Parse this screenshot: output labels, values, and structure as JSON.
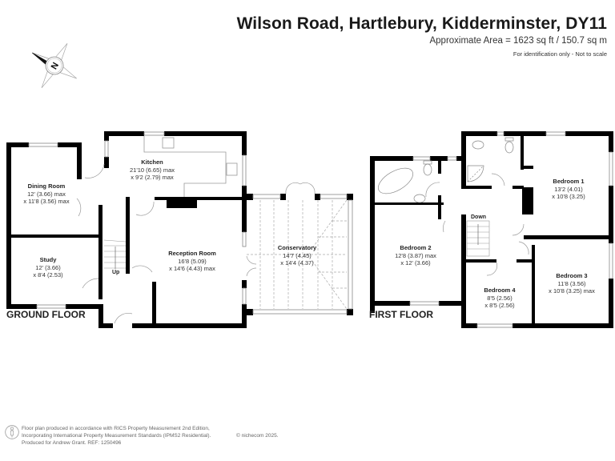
{
  "header": {
    "title": "Wilson Road, Hartlebury, Kidderminster, DY11",
    "area": "Approximate Area = 1623 sq ft / 150.7 sq m",
    "disclaimer": "For identification only - Not to scale"
  },
  "compass": {
    "icon": "compass-north-icon",
    "letter": "N"
  },
  "ground_floor": {
    "label": "GROUND FLOOR",
    "stairs_label": "Up",
    "rooms": [
      {
        "name": "Dining Room",
        "dim1": "12' (3.66) max",
        "dim2": "x 11'8 (3.56) max"
      },
      {
        "name": "Kitchen",
        "dim1": "21'10 (6.65) max",
        "dim2": "x 9'2 (2.79) max"
      },
      {
        "name": "Study",
        "dim1": "12' (3.66)",
        "dim2": "x 8'4 (2.53)"
      },
      {
        "name": "Reception Room",
        "dim1": "16'8 (5.09)",
        "dim2": "x 14'6 (4.43) max"
      },
      {
        "name": "Conservatory",
        "dim1": "14'7 (4.45)",
        "dim2": "x 14'4 (4.37)"
      }
    ]
  },
  "first_floor": {
    "label": "FIRST FLOOR",
    "stairs_label": "Down",
    "rooms": [
      {
        "name": "Bedroom 1",
        "dim1": "13'2 (4.01)",
        "dim2": "x 10'8 (3.25)"
      },
      {
        "name": "Bedroom 2",
        "dim1": "12'8 (3.87) max",
        "dim2": "x 12' (3.66)"
      },
      {
        "name": "Bedroom 3",
        "dim1": "11'8 (3.56)",
        "dim2": "x 10'8 (3.25) max"
      },
      {
        "name": "Bedroom 4",
        "dim1": "8'5 (2.56)",
        "dim2": "x 8'5 (2.56)"
      }
    ]
  },
  "footer": {
    "line1": "Floor plan produced in accordance with RICS Property Measurement 2nd Edition,",
    "line2": "Incorporating International Property Measurement Standards (IPMS2 Residential).",
    "line3": "Produced for Andrew Grant.   REF:  1250496",
    "copyright": "© nichecom 2025."
  }
}
